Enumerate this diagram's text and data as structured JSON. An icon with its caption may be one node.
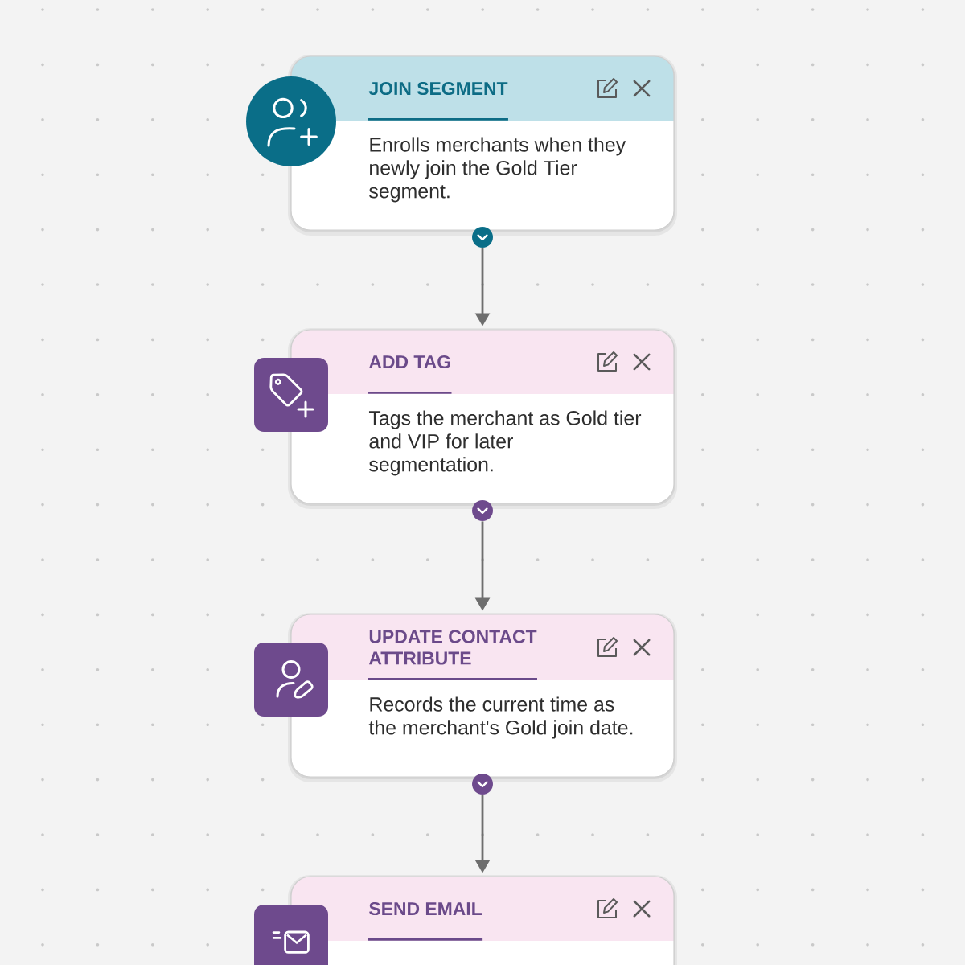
{
  "diagram": {
    "nodes": [
      {
        "text": [
          "JOIN SEGMENT",
          "Enrolls merchants when they newly join the Gold Tier segment."
        ]
      },
      {
        "text": [
          "ADD TAG",
          "Tags the merchant as Gold tier and VIP for later segmentation."
        ]
      },
      {
        "text": [
          "UPDATE CONTACT ATTRIBUTE",
          "Records the current time as the merchant's Gold join date."
        ]
      },
      {
        "text": [
          "SEND EMAIL"
        ]
      }
    ],
    "edges": [
      {
        "from": 0,
        "to": 1,
        "arrow": "to"
      },
      {
        "from": 1,
        "to": 2,
        "arrow": "to"
      },
      {
        "from": 2,
        "to": 3,
        "arrow": "to"
      }
    ]
  }
}
